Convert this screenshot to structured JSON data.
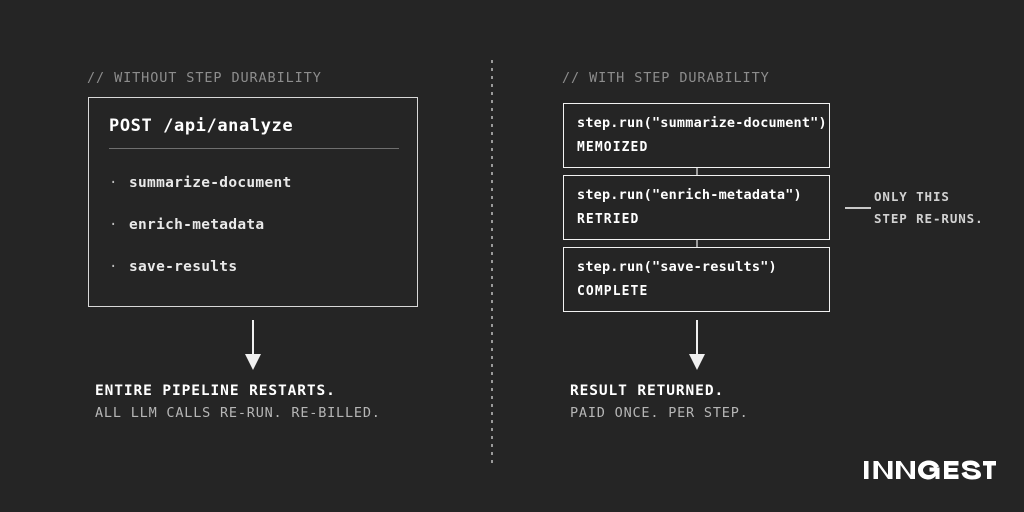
{
  "theme": {
    "background": "#252525",
    "foreground": "#ffffff",
    "muted": "#8d8d8d",
    "border": "#f2f2f2",
    "accent": "#e9e9e9"
  },
  "left_panel": {
    "comment": "// WITHOUT STEP DURABILITY",
    "request": {
      "title": "POST /api/analyze",
      "steps": [
        {
          "bullet": "·",
          "label": "summarize-document"
        },
        {
          "bullet": "·",
          "label": "enrich-metadata"
        },
        {
          "bullet": "·",
          "label": "save-results"
        }
      ]
    },
    "outcome": {
      "headline": "ENTIRE PIPELINE RESTARTS.",
      "subline": "ALL LLM CALLS RE-RUN. RE-BILLED."
    }
  },
  "right_panel": {
    "comment": "// WITH STEP DURABILITY",
    "steps": [
      {
        "call": "step.run(\"summarize-document\")",
        "status": "MEMOIZED"
      },
      {
        "call": "step.run(\"enrich-metadata\")",
        "status": "RETRIED"
      },
      {
        "call": "step.run(\"save-results\")",
        "status": "COMPLETE"
      }
    ],
    "callout": {
      "line1": "ONLY THIS",
      "line2": "STEP RE-RUNS."
    },
    "outcome": {
      "headline": "RESULT RETURNED.",
      "subline": "PAID ONCE. PER STEP."
    }
  },
  "brand": {
    "name": "INNGEST"
  }
}
